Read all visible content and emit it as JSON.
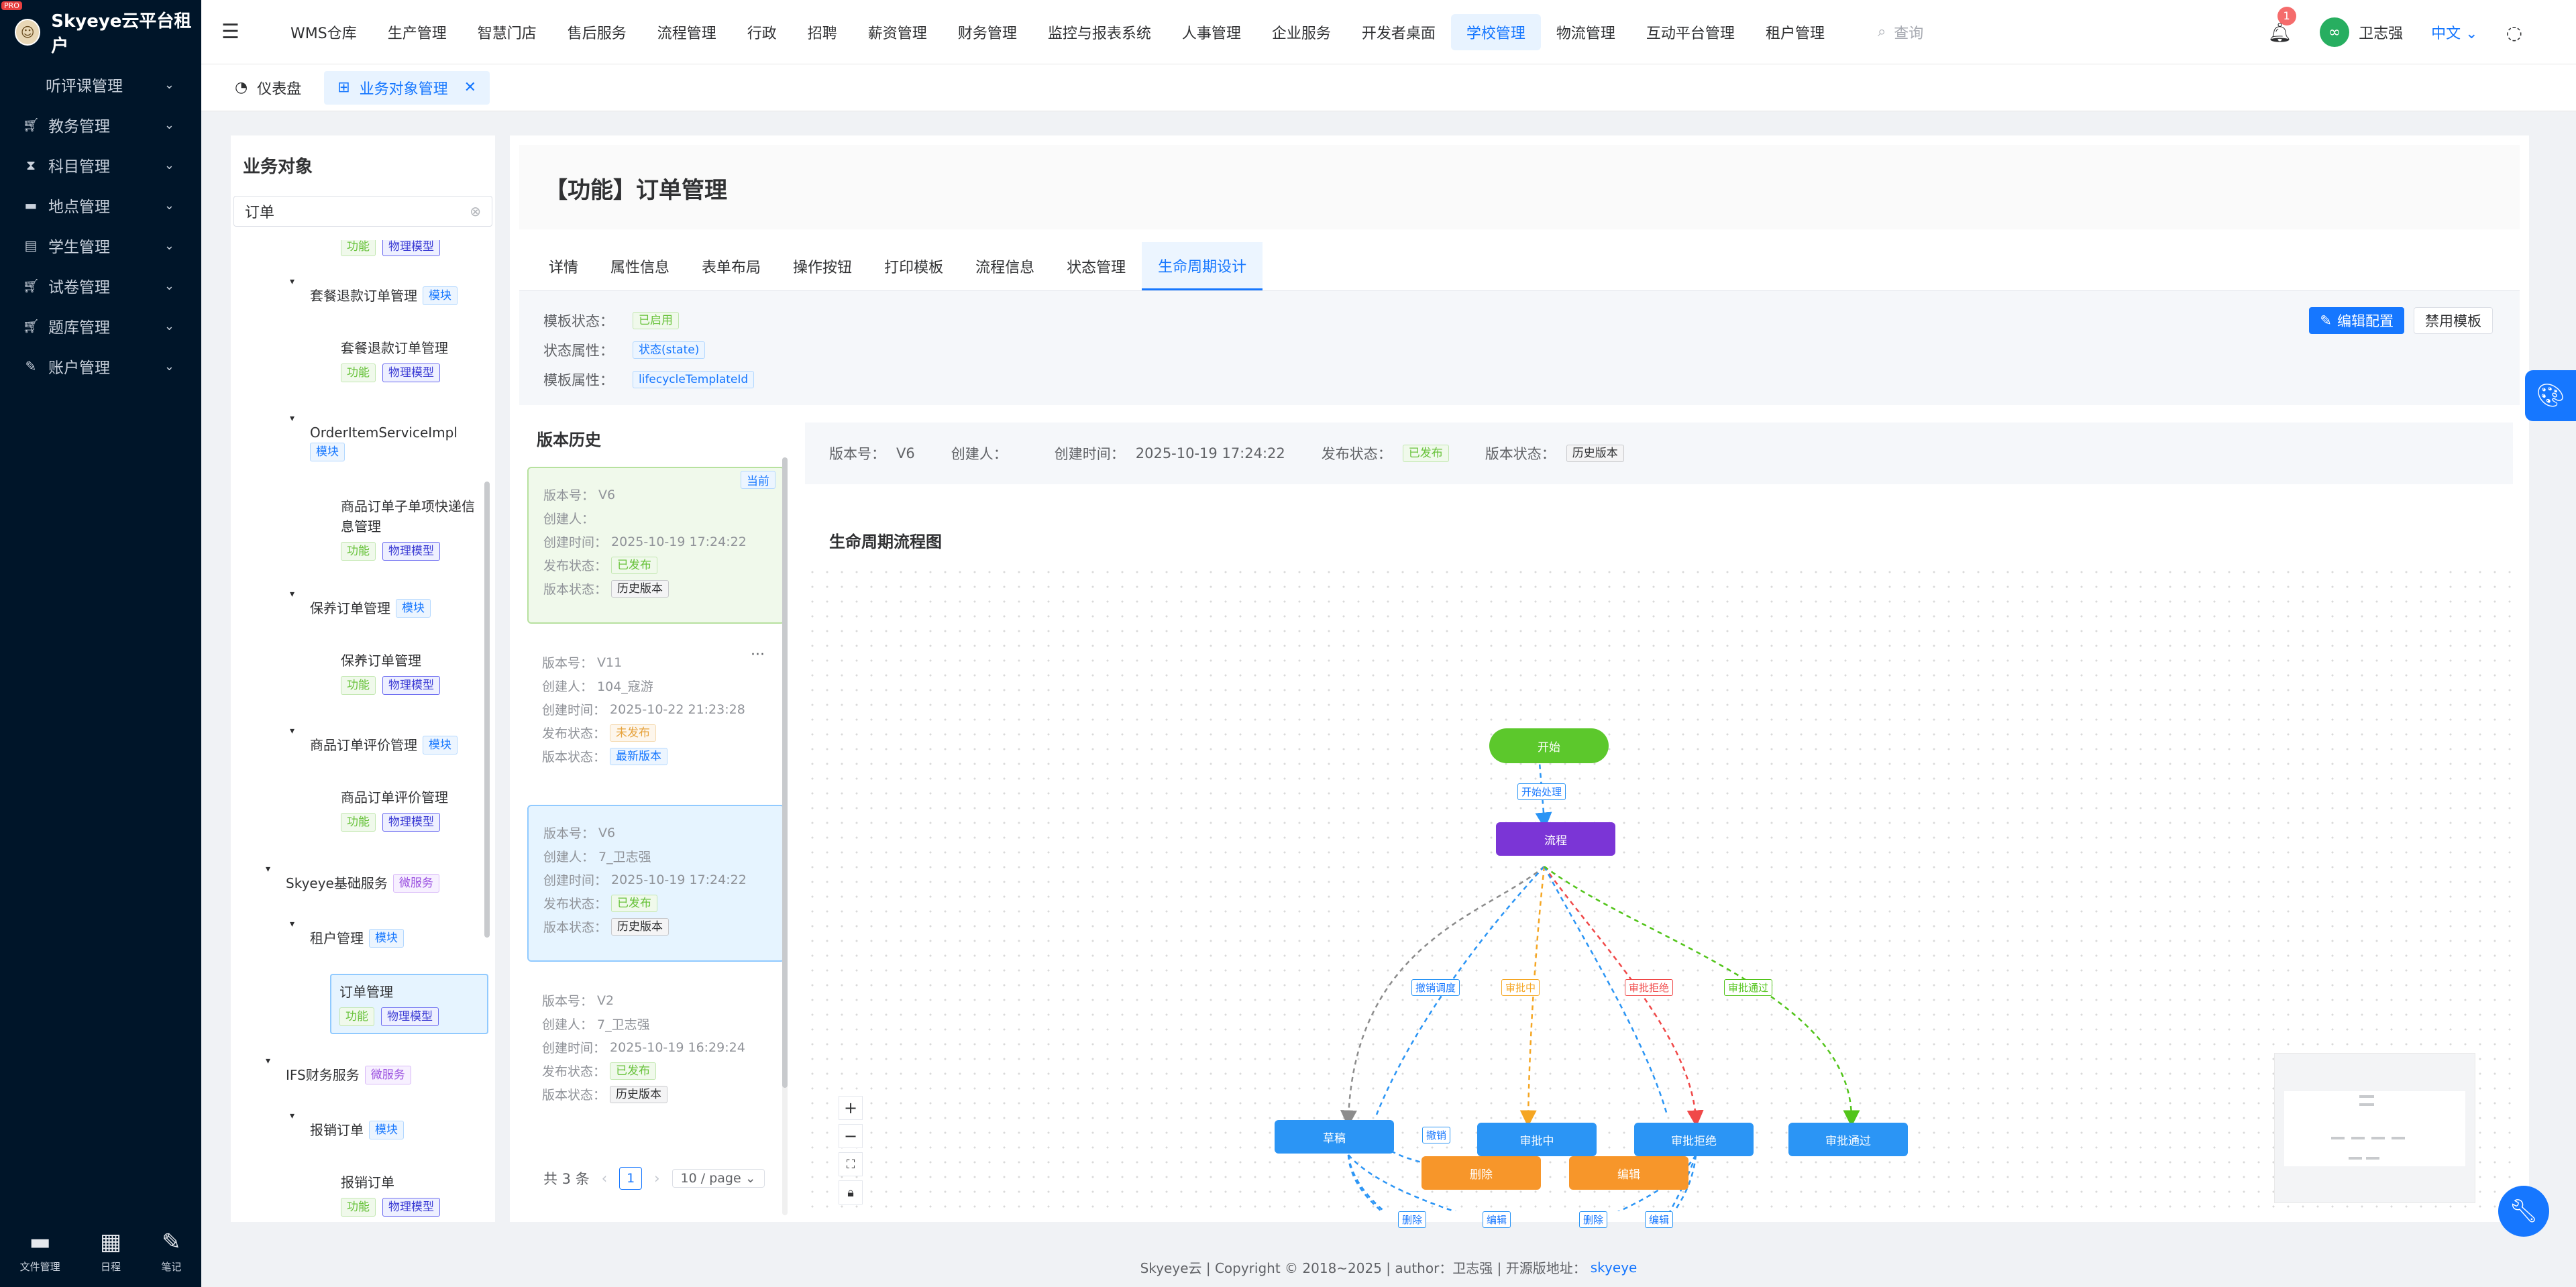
{
  "app": {
    "title": "Skyeye云平台租户",
    "logo_badge": "PRO"
  },
  "sidebar": {
    "items": [
      {
        "label": "听评课管理",
        "icon": "none"
      },
      {
        "label": "教务管理",
        "icon": "cart-icon"
      },
      {
        "label": "科目管理",
        "icon": "hourglass-icon"
      },
      {
        "label": "地点管理",
        "icon": "folder-icon"
      },
      {
        "label": "学生管理",
        "icon": "id-card-icon"
      },
      {
        "label": "试卷管理",
        "icon": "cart-icon"
      },
      {
        "label": "题库管理",
        "icon": "cart-icon"
      },
      {
        "label": "账户管理",
        "icon": "edit-icon"
      }
    ],
    "bottom": [
      {
        "label": "文件管理",
        "icon": "folder-icon"
      },
      {
        "label": "日程",
        "icon": "calendar-icon"
      },
      {
        "label": "笔记",
        "icon": "edit-icon"
      }
    ]
  },
  "topbar": {
    "nav": [
      "WMS仓库",
      "生产管理",
      "智慧门店",
      "售后服务",
      "流程管理",
      "行政",
      "招聘",
      "薪资管理",
      "财务管理",
      "监控与报表系统",
      "人事管理",
      "企业服务",
      "开发者桌面",
      "学校管理",
      "物流管理",
      "互动平台管理",
      "租户管理"
    ],
    "active_nav": "学校管理",
    "search_placeholder": "查询",
    "notification_count": "1",
    "user_name": "卫志强",
    "language": "中文"
  },
  "tabs": [
    {
      "label": "仪表盘"
    },
    {
      "label": "业务对象管理"
    }
  ],
  "object_panel": {
    "title": "业务对象",
    "search_value": "订单",
    "tags": {
      "func": "功能",
      "phys": "物理模型",
      "module": "模块",
      "micro": "微服务"
    },
    "nodes": [
      {
        "label": "套餐退款订单管理"
      },
      {
        "label": "套餐退款订单管理"
      },
      {
        "label": "OrderItemServiceImpl"
      },
      {
        "label": "商品订单子单项快递信息管理"
      },
      {
        "label": "保养订单管理"
      },
      {
        "label": "保养订单管理"
      },
      {
        "label": "商品订单评价管理"
      },
      {
        "label": "商品订单评价管理"
      },
      {
        "label": "Skyeye基础服务"
      },
      {
        "label": "租户管理"
      },
      {
        "label": "订单管理"
      },
      {
        "label": "IFS财务服务"
      },
      {
        "label": "报销订单"
      },
      {
        "label": "报销订单"
      }
    ]
  },
  "main": {
    "title": "【功能】订单管理",
    "tabs": [
      "详情",
      "属性信息",
      "表单布局",
      "操作按钮",
      "打印模板",
      "流程信息",
      "状态管理",
      "生命周期设计"
    ],
    "active_tab": "生命周期设计",
    "template": {
      "status_label": "模板状态：",
      "status_value": "已启用",
      "attr_label": "状态属性：",
      "attr_value": "状态(state)",
      "tpl_attr_label": "模板属性：",
      "tpl_attr_value": "lifecycleTemplateId",
      "edit_button": "编辑配置",
      "disable_button": "禁用模板"
    },
    "version_history": {
      "title": "版本历史",
      "current_badge": "当前",
      "labels": {
        "version": "版本号：",
        "creator": "创建人：",
        "created": "创建时间：",
        "publish": "发布状态：",
        "vstatus": "版本状态："
      },
      "cards": [
        {
          "version": "V6",
          "creator": "",
          "created": "2025-10-19 17:24:22",
          "publish": "已发布",
          "vstatus": "历史版本"
        },
        {
          "version": "V11",
          "creator": "104_寇游",
          "created": "2025-10-22 21:23:28",
          "publish": "未发布",
          "vstatus": "最新版本"
        },
        {
          "version": "V6",
          "creator": "7_卫志强",
          "created": "2025-10-19 17:24:22",
          "publish": "已发布",
          "vstatus": "历史版本"
        },
        {
          "version": "V2",
          "creator": "7_卫志强",
          "created": "2025-10-19 16:29:24",
          "publish": "已发布",
          "vstatus": "历史版本"
        }
      ],
      "pager": {
        "total": "共 3 条",
        "page": "1",
        "size": "10 / page"
      }
    },
    "version_info": {
      "version_label": "版本号：",
      "version": "V6",
      "creator_label": "创建人：",
      "creator": "",
      "created_label": "创建时间：",
      "created": "2025-10-19 17:24:22",
      "publish_label": "发布状态：",
      "publish": "已发布",
      "vstatus_label": "版本状态：",
      "vstatus": "历史版本"
    },
    "flow": {
      "title": "生命周期流程图",
      "nodes": {
        "start": "开始",
        "process": "流程",
        "draft": "草稿",
        "reviewing": "审批中",
        "rejected": "审批拒绝",
        "approved": "审批通过",
        "deleted": "删除",
        "edit": "编辑"
      },
      "edges": {
        "start_process": "开始处理",
        "revoke": "撤销调度",
        "reviewing": "审批中",
        "rejected": "审批拒绝",
        "approved": "审批通过",
        "revoke2": "撤销",
        "del1": "删除",
        "edit1": "编辑",
        "del2": "删除",
        "edit2": "编辑"
      },
      "colors": {
        "start": "#5cc82c",
        "process": "#7b35d6",
        "state": "#2b95f5",
        "final": "#f7962a"
      }
    }
  },
  "footer": {
    "text": "Skyeye云 | Copyright © 2018~2025 | author：卫志强 | 开源版地址：",
    "link": "skyeye"
  }
}
